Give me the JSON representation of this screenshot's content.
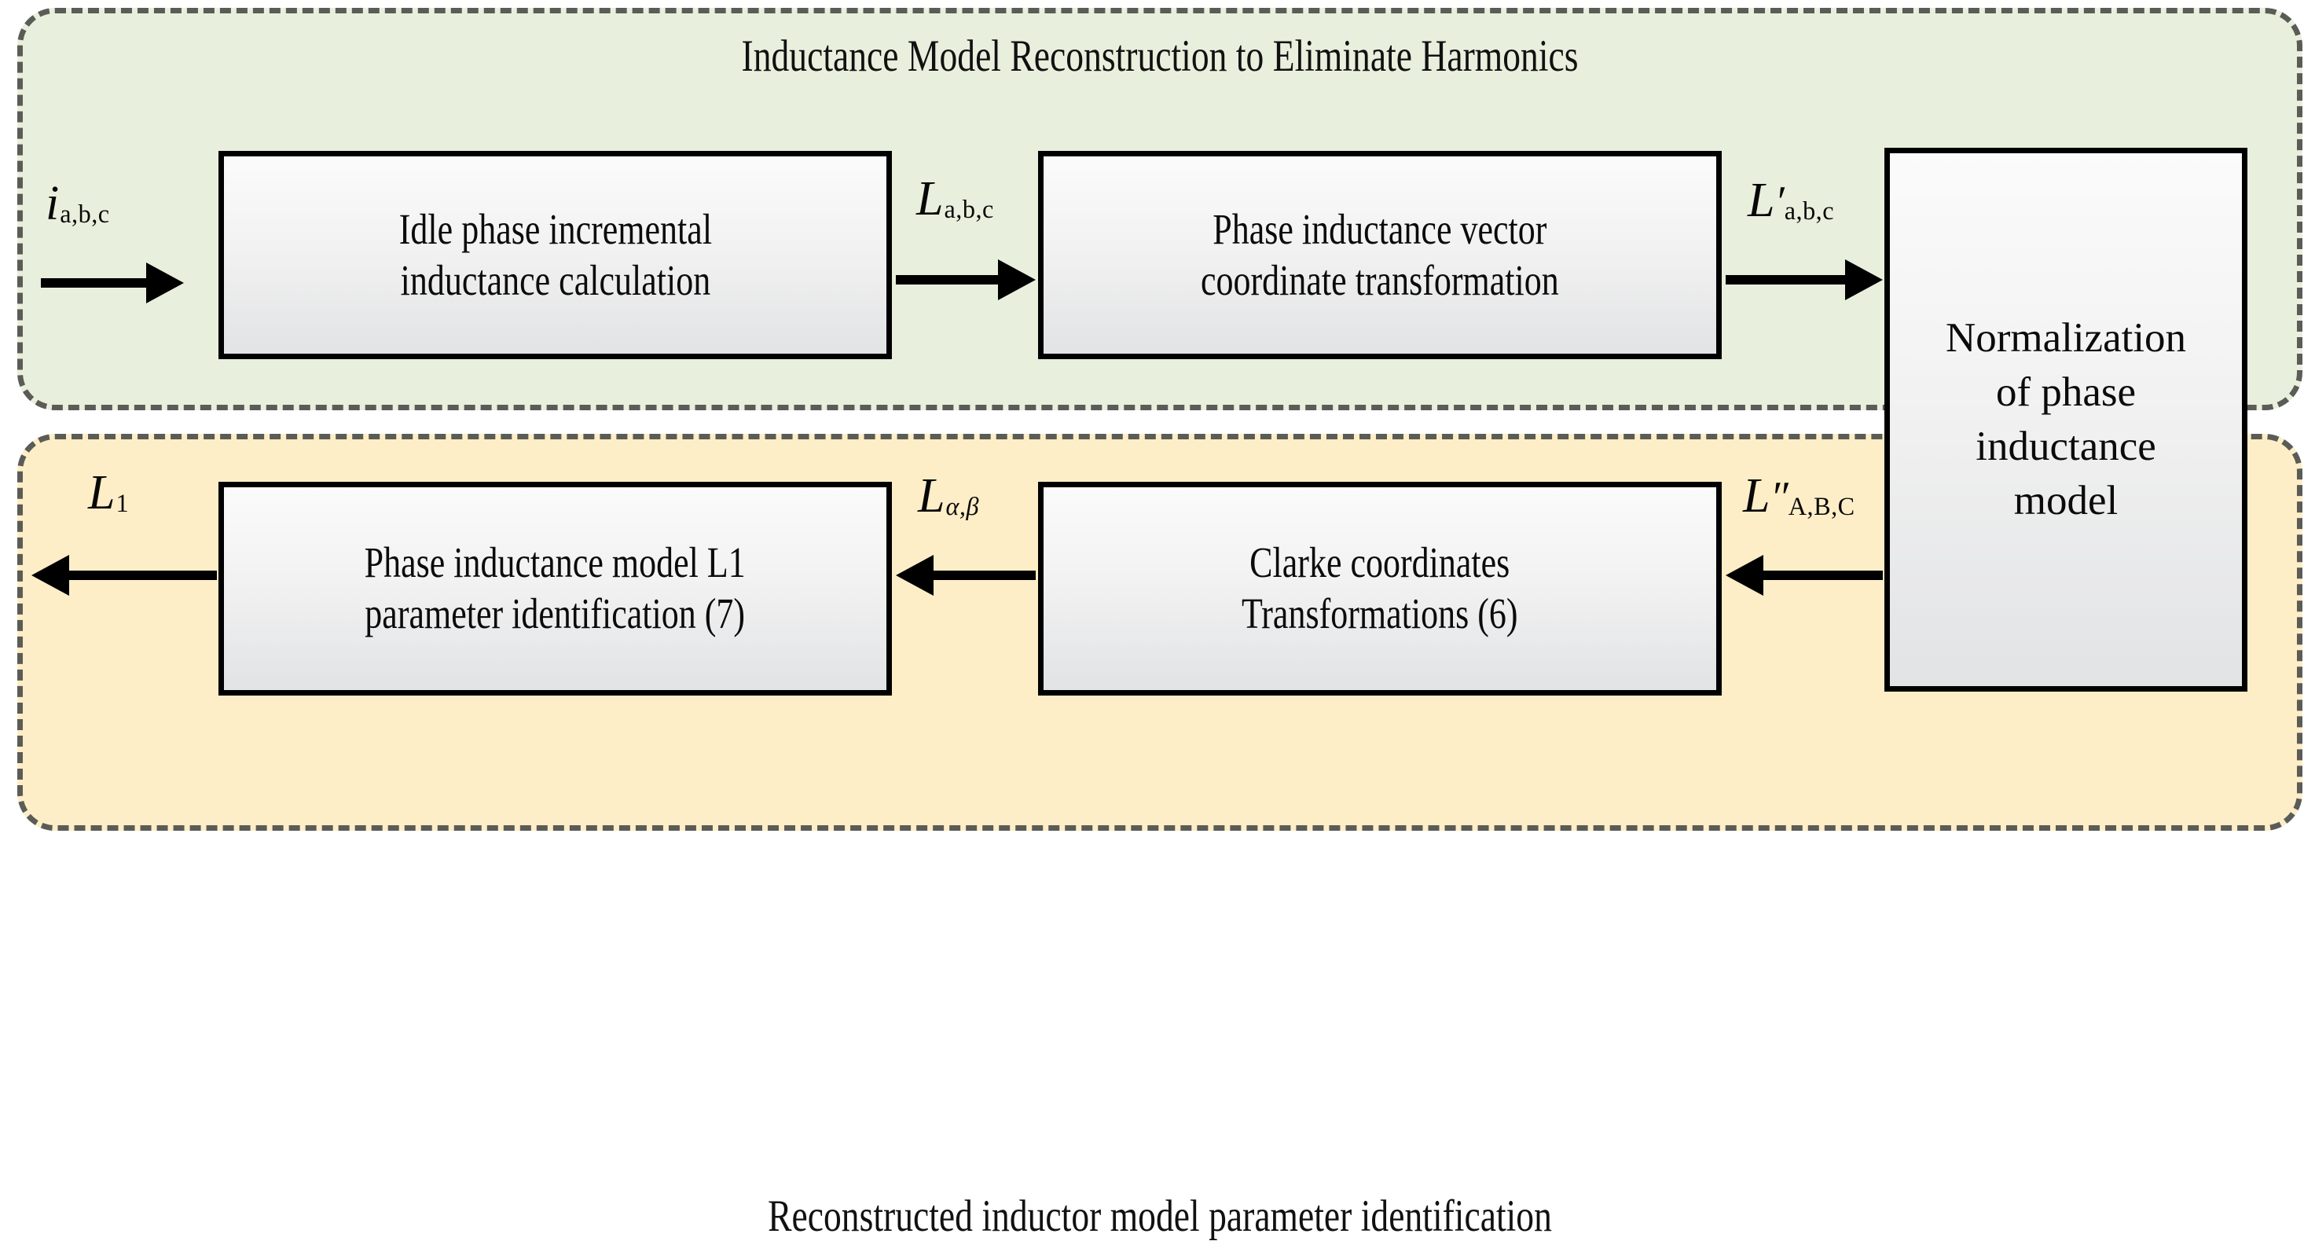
{
  "diagram": {
    "type": "block-flow-diagram",
    "panels": [
      {
        "id": "top",
        "caption": "Inductance Model Reconstruction to Eliminate Harmonics",
        "fill_color": "#e9efdd",
        "border_color": "#5a5c55",
        "border_style": "dashed"
      },
      {
        "id": "bottom",
        "caption": "Reconstructed inductor model parameter identification",
        "fill_color": "#fdeec8",
        "border_color": "#5a5c55",
        "border_style": "dashed"
      }
    ],
    "blocks": [
      {
        "id": "idle",
        "label": "Idle phase incremental\ninductance calculation"
      },
      {
        "id": "vector",
        "label": "Phase inductance vector\ncoordinate transformation"
      },
      {
        "id": "norm",
        "label": "Normalization\nof phase\ninductance\nmodel"
      },
      {
        "id": "param",
        "label": "Phase inductance model L1\nparameter identification (7)"
      },
      {
        "id": "clarke",
        "label": "Clarke coordinates\nTransformations (6)"
      }
    ],
    "signals": [
      {
        "id": "i-abc",
        "symbol": "i",
        "accent": "",
        "subscript": "a,b,c",
        "direction": "right",
        "from": "input",
        "to": "idle"
      },
      {
        "id": "L-abc",
        "symbol": "L",
        "accent": "",
        "subscript": "a,b,c",
        "direction": "right",
        "from": "idle",
        "to": "vector"
      },
      {
        "id": "L-prime",
        "symbol": "L",
        "accent": "′",
        "subscript": "a,b,c",
        "direction": "right",
        "from": "vector",
        "to": "norm"
      },
      {
        "id": "L-dprime",
        "symbol": "L",
        "accent": "″",
        "subscript": "A,B,C",
        "direction": "left",
        "from": "norm",
        "to": "clarke"
      },
      {
        "id": "L-alphabeta",
        "symbol": "L",
        "accent": "",
        "subscript": "α,β",
        "direction": "left",
        "from": "clarke",
        "to": "param"
      },
      {
        "id": "L-1",
        "symbol": "L",
        "accent": "",
        "subscript": "1",
        "direction": "left",
        "from": "param",
        "to": "output"
      }
    ],
    "colors": {
      "panel_top_fill": "#e9efdd",
      "panel_bottom_fill": "#fdeec8",
      "panel_border": "#5a5c55",
      "block_border": "#000000",
      "block_fill_top": "#fbfbfb",
      "block_fill_bottom": "#e2e3e5",
      "arrow": "#000000",
      "text": "#0b0b0b"
    }
  }
}
